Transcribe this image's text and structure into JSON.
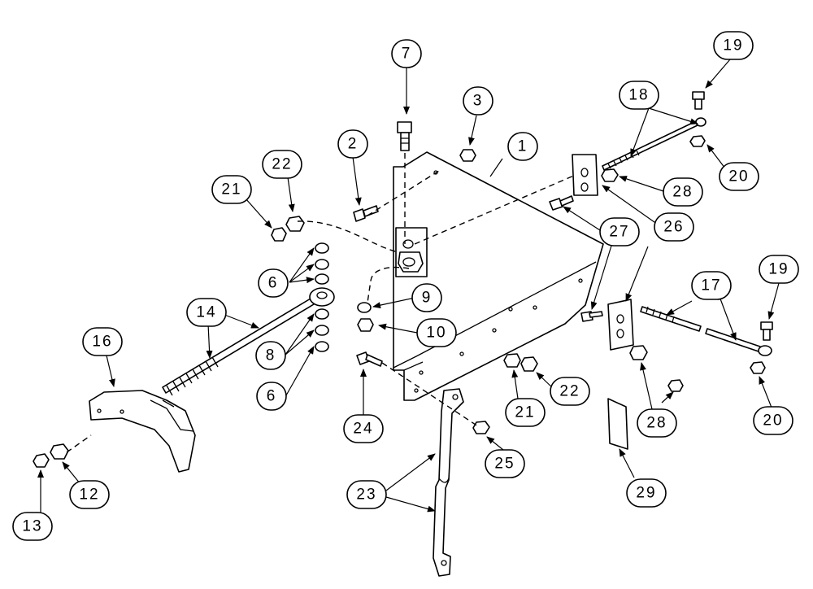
{
  "callouts": {
    "c1": "1",
    "c2": "2",
    "c3": "3",
    "c6a": "6",
    "c6b": "6",
    "c7": "7",
    "c8": "8",
    "c9": "9",
    "c10": "10",
    "c12": "12",
    "c13": "13",
    "c14": "14",
    "c16": "16",
    "c17": "17",
    "c18": "18",
    "c19a": "19",
    "c19b": "19",
    "c20a": "20",
    "c20b": "20",
    "c21a": "21",
    "c21b": "21",
    "c22a": "22",
    "c22b": "22",
    "c23": "23",
    "c24": "24",
    "c25": "25",
    "c26": "26",
    "c27": "27",
    "c28a": "28",
    "c28b": "28",
    "c29": "29"
  },
  "colors": {
    "line": "#000000",
    "background": "#ffffff"
  }
}
